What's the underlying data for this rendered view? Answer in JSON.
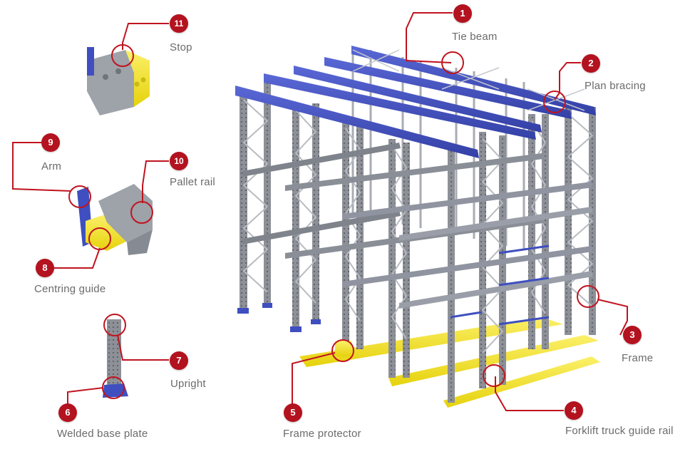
{
  "components": [
    {
      "num": "1",
      "label": "Tie beam"
    },
    {
      "num": "2",
      "label": "Plan bracing"
    },
    {
      "num": "3",
      "label": "Frame"
    },
    {
      "num": "4",
      "label": "Forklift truck guide rail"
    },
    {
      "num": "5",
      "label": "Frame protector"
    },
    {
      "num": "6",
      "label": "Welded base plate"
    },
    {
      "num": "7",
      "label": "Upright"
    },
    {
      "num": "8",
      "label": "Centring guide"
    },
    {
      "num": "9",
      "label": "Arm"
    },
    {
      "num": "10",
      "label": "Pallet rail"
    },
    {
      "num": "11",
      "label": "Stop"
    }
  ],
  "colors": {
    "badge": "#b3121f",
    "callout_line": "#c0141f",
    "steel_blue": "#3f4fc0",
    "steel_grey": "#8a8d94",
    "protector_yellow": "#f3e51c",
    "label_text": "#6b6b6b"
  }
}
